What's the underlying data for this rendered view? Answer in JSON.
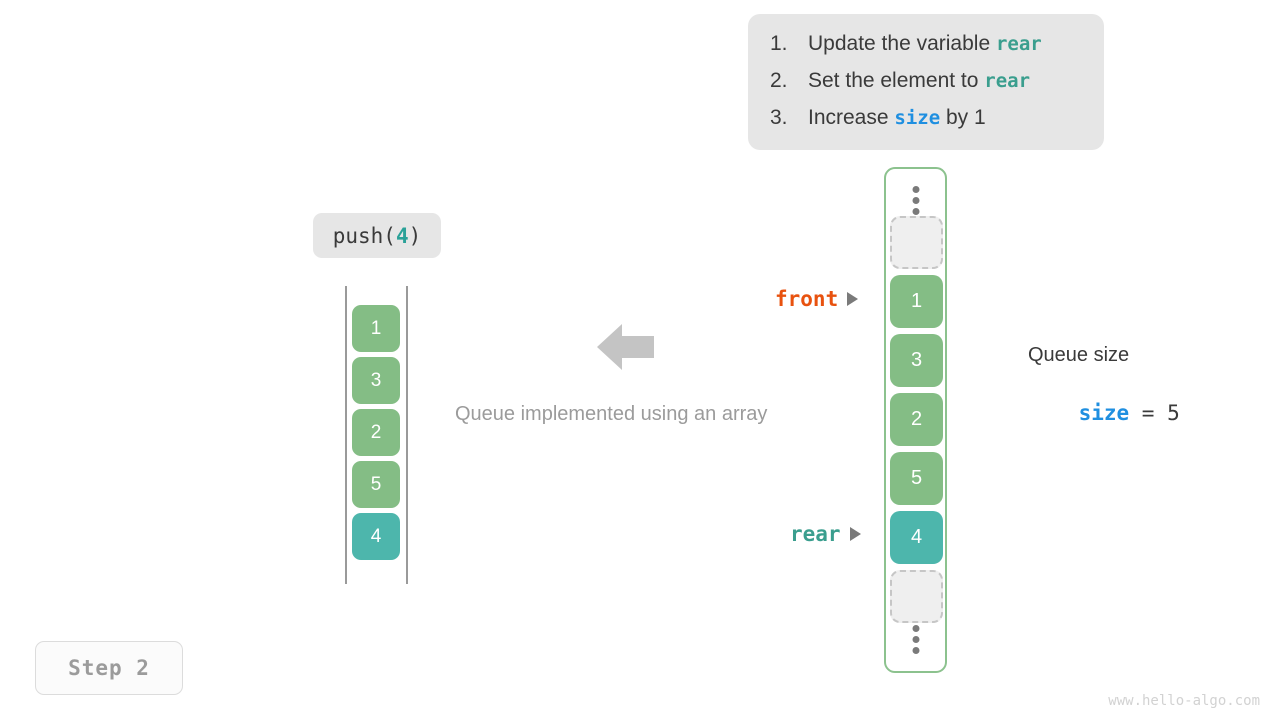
{
  "steps_box": {
    "items": [
      {
        "num": "1.",
        "pre": "Update the variable ",
        "code": "rear",
        "post": "",
        "code_color": "teal"
      },
      {
        "num": "2.",
        "pre": "Set the element to ",
        "code": "rear",
        "post": "",
        "code_color": "teal"
      },
      {
        "num": "3.",
        "pre": "Increase ",
        "code": "size",
        "post": " by 1",
        "code_color": "blue"
      }
    ]
  },
  "operation": {
    "name": "push(",
    "arg": "4",
    "close": ")"
  },
  "left_array": {
    "cells": [
      {
        "value": "1",
        "style": "green"
      },
      {
        "value": "3",
        "style": "green"
      },
      {
        "value": "2",
        "style": "green"
      },
      {
        "value": "5",
        "style": "green"
      },
      {
        "value": "4",
        "style": "teal"
      }
    ]
  },
  "caption": "Queue implemented using an array",
  "pointers": {
    "front": "front",
    "rear": "rear"
  },
  "queue": {
    "cells": [
      {
        "value": "",
        "style": "empty"
      },
      {
        "value": "1",
        "style": "green"
      },
      {
        "value": "3",
        "style": "green"
      },
      {
        "value": "2",
        "style": "green"
      },
      {
        "value": "5",
        "style": "green"
      },
      {
        "value": "4",
        "style": "teal"
      },
      {
        "value": "",
        "style": "empty"
      }
    ]
  },
  "size_info": {
    "title": "Queue size",
    "var": "size",
    "equals": " = ",
    "value": "5"
  },
  "step_badge": "Step 2",
  "watermark": "www.hello-algo.com",
  "colors": {
    "green": "#84bd85",
    "teal": "#4db6ac",
    "orange": "#e8520f",
    "blue": "#1f8fe0",
    "teal_text": "#3a9e8e",
    "panel_gray": "#e6e6e6",
    "caption_gray": "#9b9b9b"
  }
}
